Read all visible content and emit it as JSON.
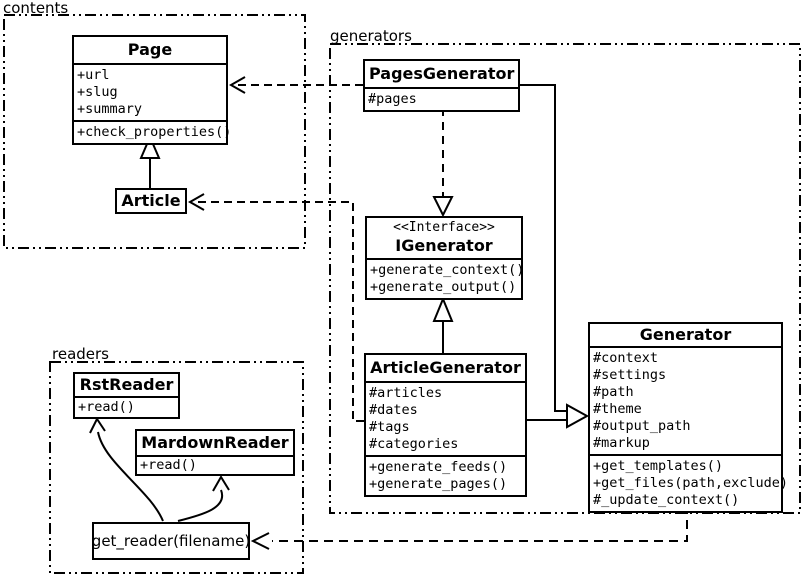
{
  "canvas": {
    "background": "#ffffff",
    "line_color": "#000000"
  },
  "packages": {
    "contents": {
      "label": "contents"
    },
    "generators": {
      "label": "generators"
    },
    "readers": {
      "label": "readers"
    }
  },
  "classes": {
    "page": {
      "name": "Page",
      "attributes": [
        "+url",
        "+slug",
        "+summary"
      ],
      "methods": [
        "+check_properties()"
      ]
    },
    "article": {
      "name": "Article"
    },
    "pages_generator": {
      "name": "PagesGenerator",
      "attributes": [
        "#pages"
      ]
    },
    "igenerator": {
      "stereotype": "<<Interface>>",
      "name": "IGenerator",
      "methods": [
        "+generate_context()",
        "+generate_output()"
      ]
    },
    "article_generator": {
      "name": "ArticleGenerator",
      "attributes": [
        "#articles",
        "#dates",
        "#tags",
        "#categories"
      ],
      "methods": [
        "+generate_feeds()",
        "+generate_pages()"
      ]
    },
    "generator": {
      "name": "Generator",
      "attributes": [
        "#context",
        "#settings",
        "#path",
        "#theme",
        "#output_path",
        "#markup"
      ],
      "methods": [
        "+get_templates()",
        "+get_files(path,exclude)",
        "#_update_context()"
      ]
    },
    "rst_reader": {
      "name": "RstReader",
      "methods": [
        "+read()"
      ]
    },
    "mardown_reader": {
      "name": "MardownReader",
      "methods": [
        "+read()"
      ]
    },
    "get_reader": {
      "name": "get_reader(filename)"
    }
  },
  "relationships": [
    {
      "from": "Article",
      "to": "Page",
      "type": "generalization"
    },
    {
      "from": "PagesGenerator",
      "to": "Page",
      "type": "dependency"
    },
    {
      "from": "ArticleGenerator",
      "to": "Article",
      "type": "dependency"
    },
    {
      "from": "PagesGenerator",
      "to": "IGenerator",
      "type": "realization"
    },
    {
      "from": "ArticleGenerator",
      "to": "IGenerator",
      "type": "generalization"
    },
    {
      "from": "PagesGenerator",
      "to": "Generator",
      "type": "generalization"
    },
    {
      "from": "ArticleGenerator",
      "to": "Generator",
      "type": "generalization"
    },
    {
      "from": "Generator",
      "to": "get_reader(filename)",
      "type": "dependency"
    },
    {
      "from": "get_reader(filename)",
      "to": "RstReader",
      "type": "arrow"
    },
    {
      "from": "get_reader(filename)",
      "to": "MardownReader",
      "type": "arrow"
    }
  ]
}
